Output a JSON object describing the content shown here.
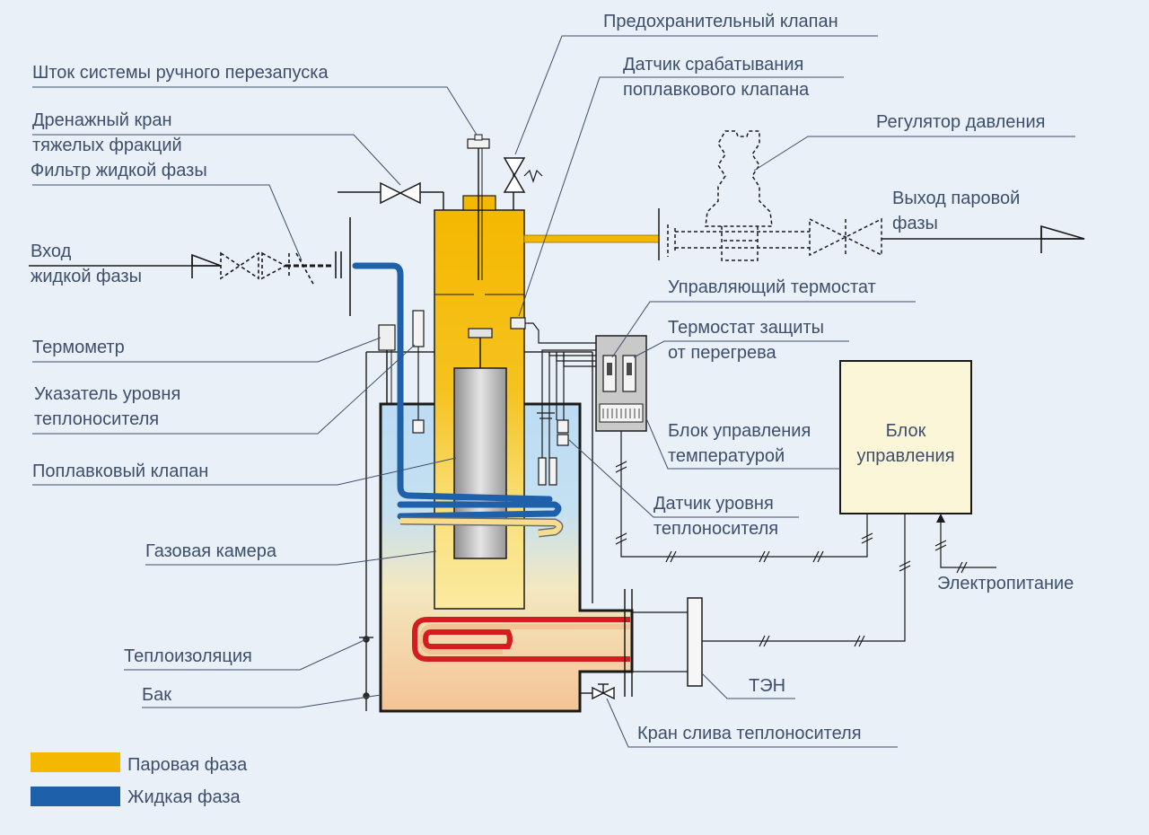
{
  "colors": {
    "vapor": "#f5b800",
    "liquid": "#1f60aa",
    "heater": "#d51d20",
    "text": "#3d4f6b",
    "line": "#1a1a1a",
    "background": "#e9f0f7",
    "control_box": "#fcf6d9"
  },
  "labels": {
    "safety_valve": "Предохранительный клапан",
    "manual_reset_stem": "Шток системы ручного перезапуска",
    "float_valve_sensor_1": "Датчик срабатывания",
    "float_valve_sensor_2": "поплавкового клапана",
    "heavy_drain_1": "Дренажный кран",
    "heavy_drain_2": "тяжелых фракций",
    "liquid_filter": "Фильтр жидкой фазы",
    "pressure_regulator": "Регулятор давления",
    "vapor_out_1": "Выход паровой",
    "vapor_out_2": "фазы",
    "liquid_in_1": "Вход",
    "liquid_in_2": "жидкой фазы",
    "control_thermostat": "Управляющий термостат",
    "overheat_thermostat_1": "Термостат защиты",
    "overheat_thermostat_2": "от перегрева",
    "thermometer": "Термометр",
    "level_indicator_1": "Указатель уровня",
    "level_indicator_2": "теплоносителя",
    "float_valve": "Поплавковый клапан",
    "temp_control_block_1": "Блок управления",
    "temp_control_block_2": "температурой",
    "control_block_1": "Блок",
    "control_block_2": "управления",
    "level_sensor_1": "Датчик уровня",
    "level_sensor_2": "теплоносителя",
    "gas_chamber": "Газовая камера",
    "power_supply": "Электропитание",
    "insulation": "Теплоизоляция",
    "tank": "Бак",
    "heater": "ТЭН",
    "drain_valve": "Кран слива теплоносителя"
  },
  "legend": [
    {
      "label": "Паровая фаза",
      "color": "#f5b800"
    },
    {
      "label": "Жидкая фаза",
      "color": "#1f60aa"
    }
  ]
}
